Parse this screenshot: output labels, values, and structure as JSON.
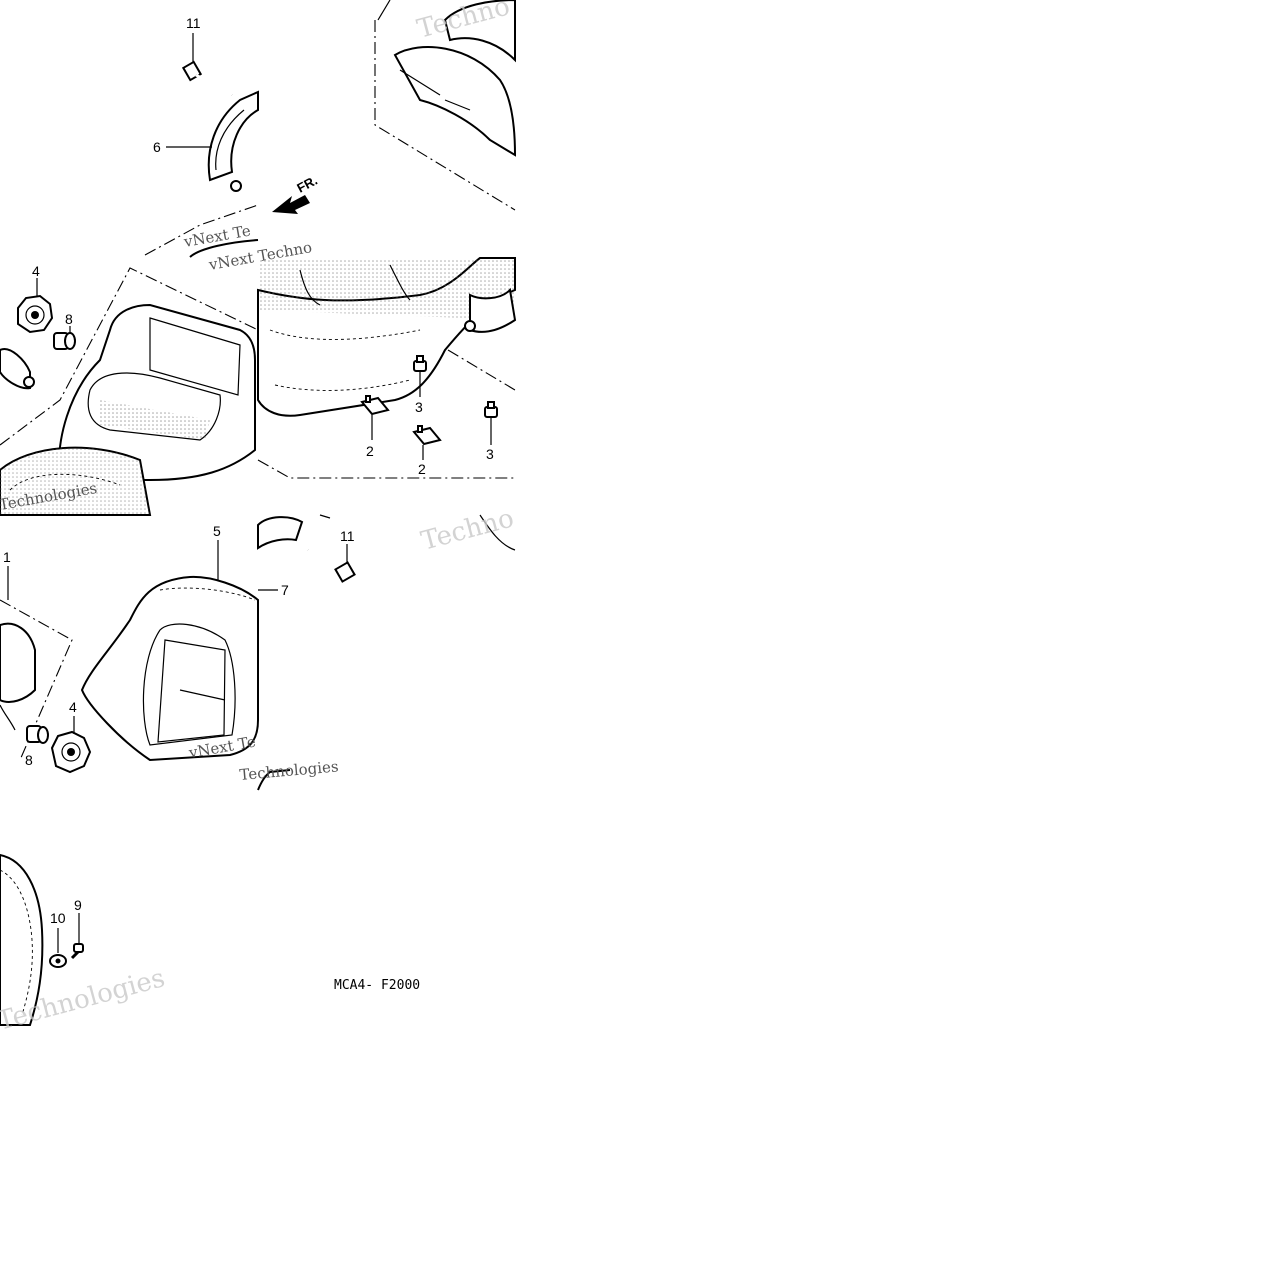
{
  "diagram": {
    "drawing_code": "MCA4- F2000",
    "front_arrow_label": "FR.",
    "part_callouts": [
      {
        "id": "c11a",
        "label": "11"
      },
      {
        "id": "c6",
        "label": "6"
      },
      {
        "id": "c4a",
        "label": "4"
      },
      {
        "id": "c8a",
        "label": "8"
      },
      {
        "id": "c3a",
        "label": "3"
      },
      {
        "id": "c2a",
        "label": "2"
      },
      {
        "id": "c2b",
        "label": "2"
      },
      {
        "id": "c3b",
        "label": "3"
      },
      {
        "id": "c11b",
        "label": "11"
      },
      {
        "id": "c7",
        "label": "7"
      },
      {
        "id": "c5",
        "label": "5"
      },
      {
        "id": "c1",
        "label": "1"
      },
      {
        "id": "c4b",
        "label": "4"
      },
      {
        "id": "c8b",
        "label": "8"
      },
      {
        "id": "c10",
        "label": "10"
      },
      {
        "id": "c9",
        "label": "9"
      }
    ],
    "watermarks": [
      {
        "id": "w1",
        "text": "Techno"
      },
      {
        "id": "w2",
        "text": "vNext Te"
      },
      {
        "id": "w3",
        "text": "vNext Techno"
      },
      {
        "id": "w4",
        "text": "Technologies"
      },
      {
        "id": "w5",
        "text": "Techno"
      },
      {
        "id": "w6",
        "text": "vNext Te"
      },
      {
        "id": "w7",
        "text": "Technologies"
      },
      {
        "id": "w8",
        "text": "Technologies"
      }
    ]
  }
}
